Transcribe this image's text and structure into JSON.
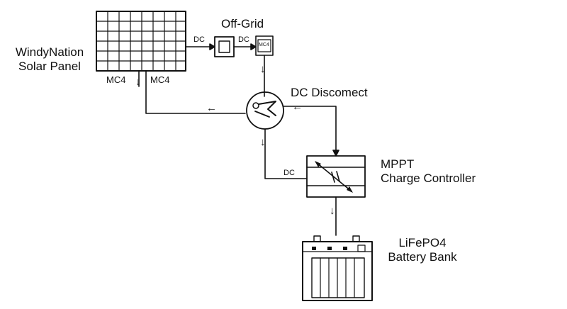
{
  "diagram": {
    "solar_panel": {
      "label_line1": "WindyNation",
      "label_line2": "Solar Panel",
      "connector_left": "MC4",
      "connector_right": "MC4"
    },
    "off_grid": {
      "title": "Off-Grid",
      "dc_label_1": "DC",
      "dc_label_2": "DC",
      "connector_text": "MC4"
    },
    "disconnect": {
      "label": "DC Discomect"
    },
    "controller": {
      "label_line1": "MPPT",
      "label_line2": "Charge Controller",
      "dc_label": "DC"
    },
    "battery": {
      "label_line1": "LiFePO4",
      "label_line2": "Battery Bank"
    },
    "arrows": {
      "down": "↓",
      "left": "←"
    }
  }
}
